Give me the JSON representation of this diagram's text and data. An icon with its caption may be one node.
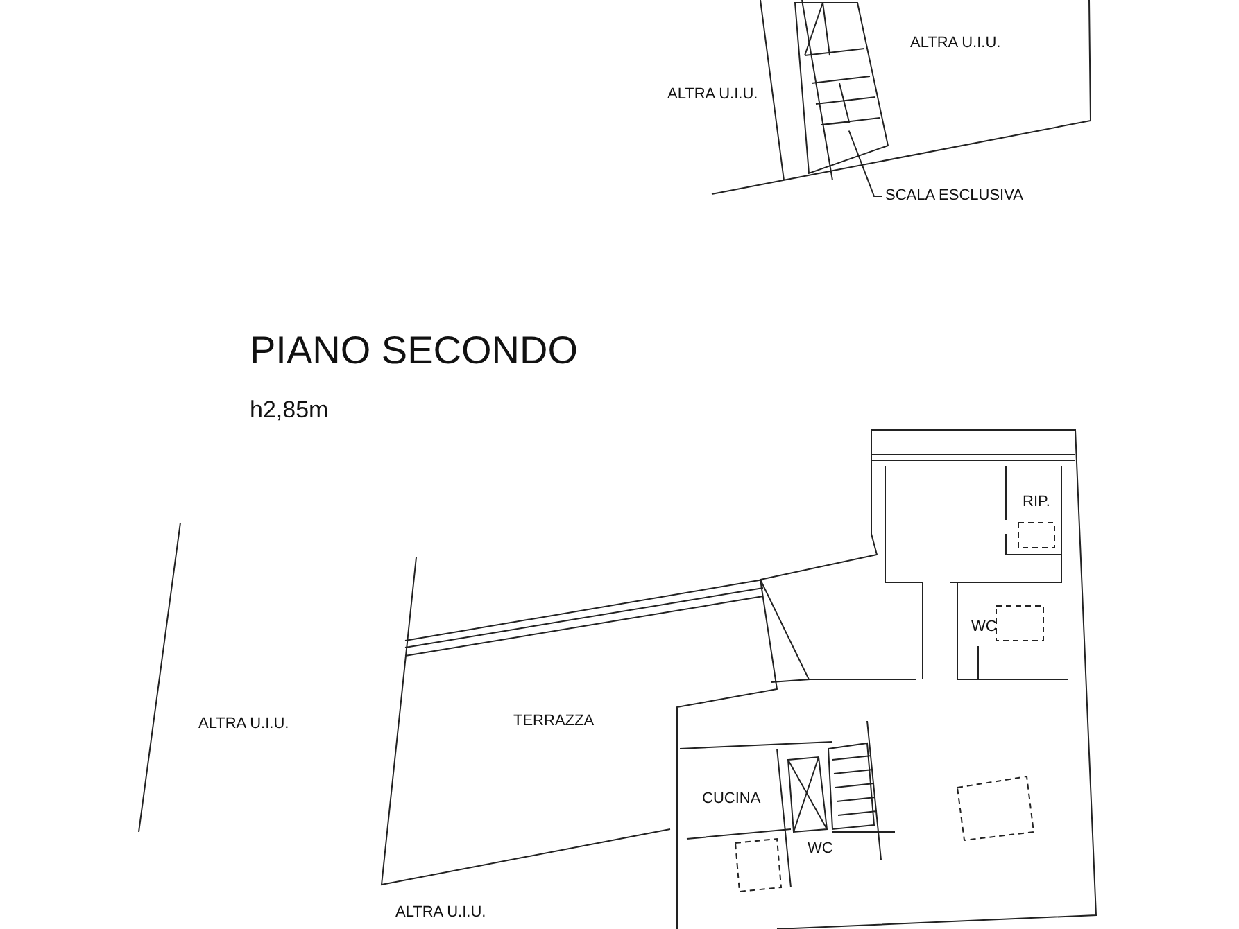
{
  "diagram": {
    "title": "PIANO SECONDO",
    "nodes": [
      {
        "text": [
          "SCALA ESCLUSIVA"
        ]
      },
      {
        "text": [],
        "shape": "picture"
      }
    ],
    "edges": [
      {
        "from": 0,
        "to": 1,
        "arrow": "none"
      }
    ],
    "labels": [
      "ALTRA U.I.U.",
      "ALTRA U.I.U.",
      "h2,85m",
      "RIP.",
      "WC",
      "ALTRA U.I.U.",
      "TERRAZZA",
      "CUCINA",
      "WC",
      "ALTRA U.I.U."
    ]
  }
}
